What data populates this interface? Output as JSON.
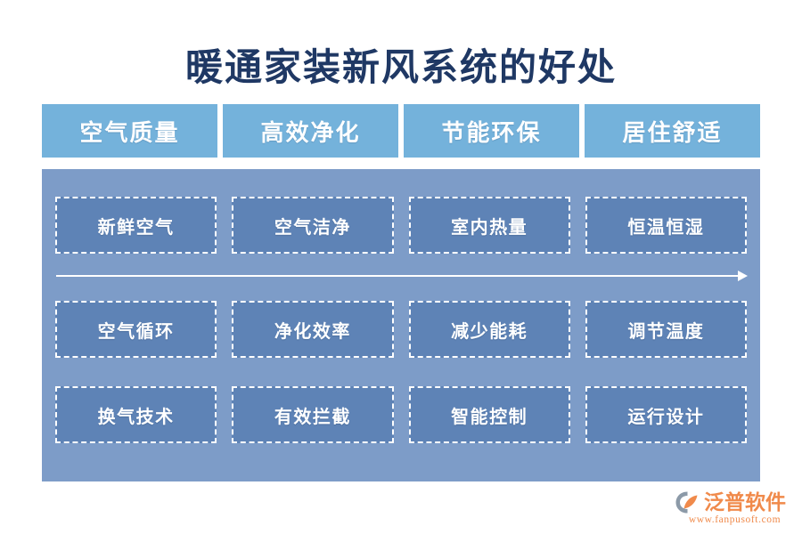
{
  "slide": {
    "title": "暖通家装新风系统的好处",
    "background": "#ffffff",
    "title_color": "#1f3864"
  },
  "colors": {
    "tab_bg": "#74b2db",
    "panel_bg": "#7d9cc8",
    "card_bg": "#5e83b6",
    "card_border": "#ffffff",
    "text_on_blue": "#ffffff",
    "logo_orange": "#f08a4b",
    "logo_gray": "#8c9aa8"
  },
  "tabs": [
    {
      "label": "空气质量"
    },
    {
      "label": "高效净化"
    },
    {
      "label": "节能环保"
    },
    {
      "label": "居住舒适"
    }
  ],
  "rows": [
    {
      "id": "row-1",
      "cards": [
        {
          "label": "新鲜空气"
        },
        {
          "label": "空气洁净"
        },
        {
          "label": "室内热量"
        },
        {
          "label": "恒温恒湿"
        }
      ]
    },
    {
      "id": "row-2",
      "cards": [
        {
          "label": "空气循环"
        },
        {
          "label": "净化效率"
        },
        {
          "label": "减少能耗"
        },
        {
          "label": "调节温度"
        }
      ]
    },
    {
      "id": "row-3",
      "cards": [
        {
          "label": "换气技术"
        },
        {
          "label": "有效拦截"
        },
        {
          "label": "智能控制"
        },
        {
          "label": "运行设计"
        }
      ]
    }
  ],
  "arrow": {
    "direction": "right",
    "icon": "arrow-right-icon"
  },
  "logo": {
    "mark_icon": "fanpu-swoosh-icon",
    "name": "泛普软件",
    "url": "www.fanpusoft.com"
  }
}
